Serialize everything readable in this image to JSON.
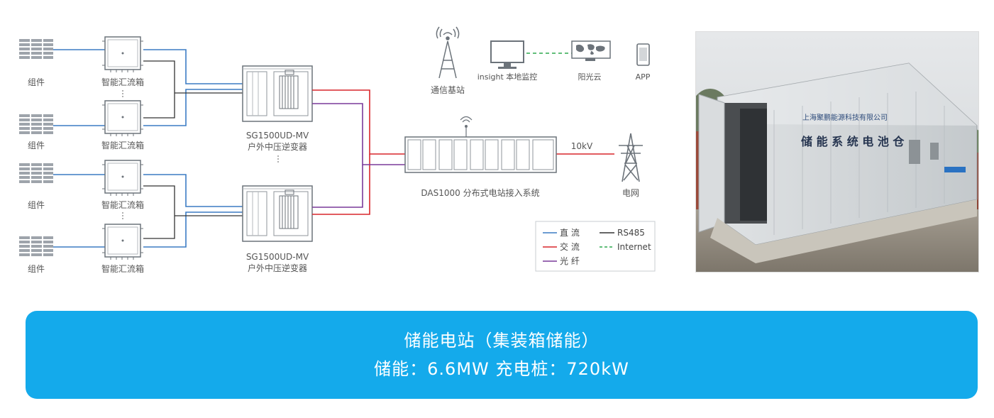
{
  "diagram": {
    "module_label": "组件",
    "combiner_label": "智能汇流箱",
    "inverter_model": "SG1500UD-MV",
    "inverter_name": "户外中压逆变器",
    "base_station_label": "通信基站",
    "insight_label": "insight 本地监控",
    "cloud_label": "阳光云",
    "app_label": "APP",
    "das_label": "DAS1000  分布式电站接入系统",
    "voltage_label": "10kV",
    "grid_label": "电网",
    "legend": {
      "dc": "直 流",
      "ac": "交 流",
      "fiber": "光 纤",
      "rs485": "RS485",
      "internet": "Internet"
    },
    "colors": {
      "dc": "#3b7cc4",
      "ac": "#d9262b",
      "fiber": "#7a3a9a",
      "rs485": "#333333",
      "internet": "#2fa84f"
    }
  },
  "photo": {
    "sign_line1": "上海聚鹏能源科技有限公司",
    "sign_line2": "储 能 系 统 电 池 仓"
  },
  "banner": {
    "line1": "储能电站（集装箱储能）",
    "line2": "储能：6.6MW    充电桩：720kW"
  }
}
